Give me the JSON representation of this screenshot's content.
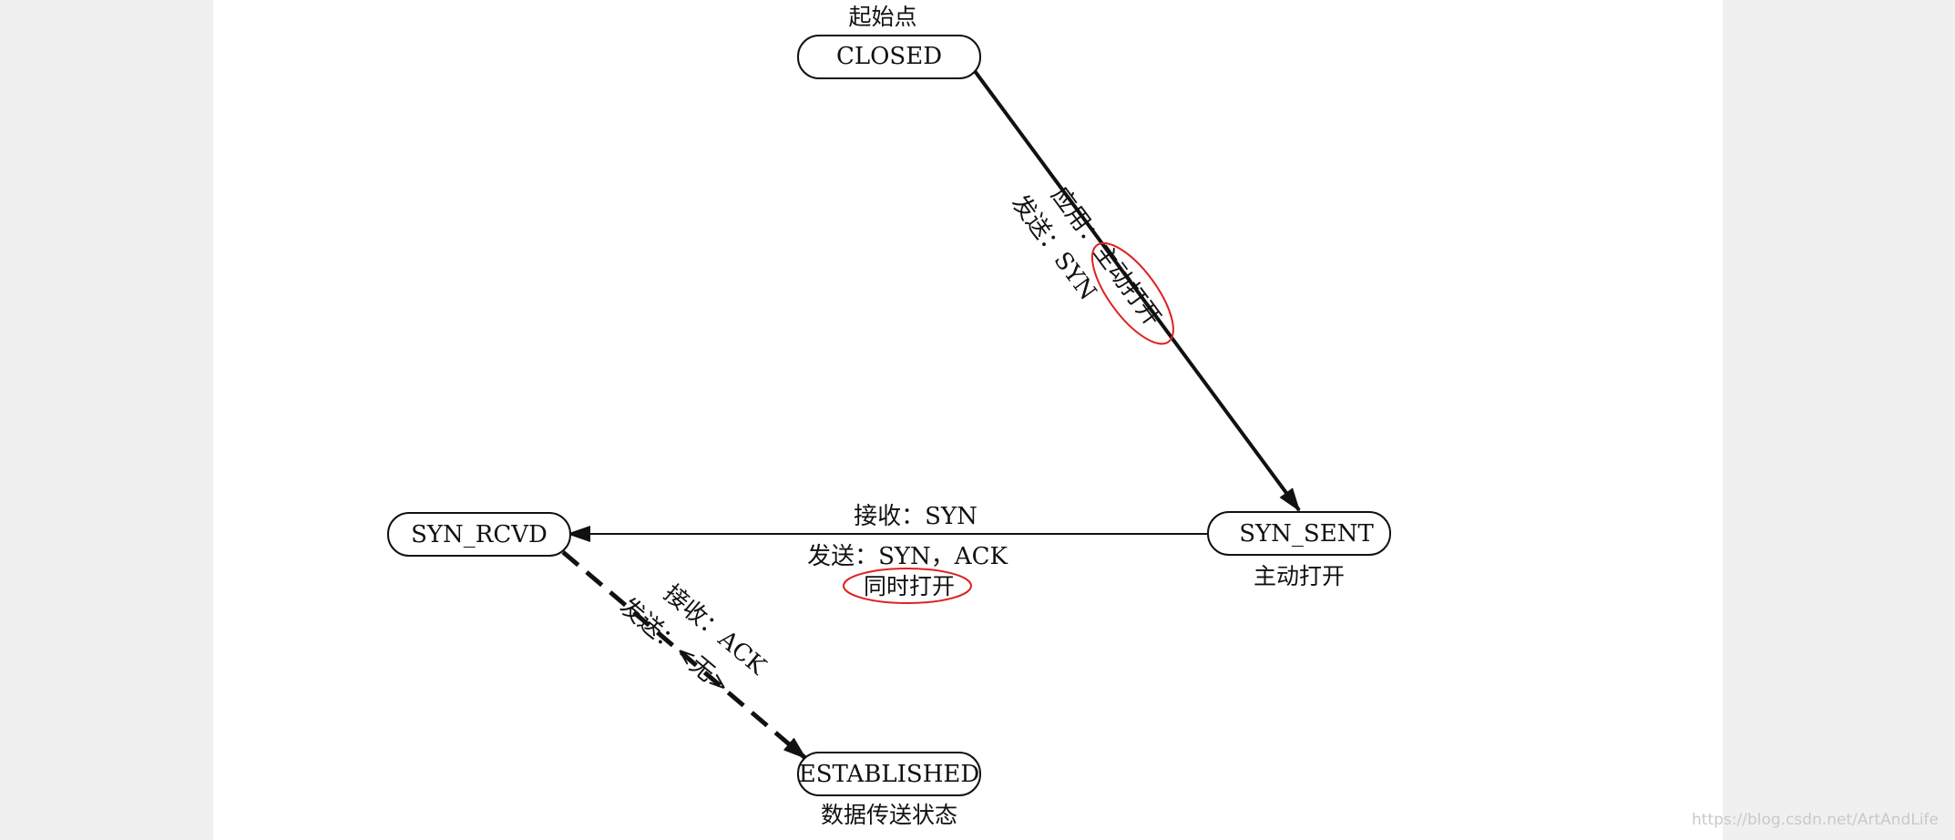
{
  "states": {
    "closed": "CLOSED",
    "syn_sent": "SYN_SENT",
    "syn_rcvd": "SYN_RCVD",
    "established": "ESTABLISHED"
  },
  "captions": {
    "start_point": "起始点",
    "active_open": "主动打开",
    "data_transfer": "数据传送状态"
  },
  "transitions": {
    "closed_to_syn_sent": {
      "line1": "应用：主动打开",
      "line2": "发送：SYN",
      "highlight": "主动打开"
    },
    "syn_sent_to_syn_rcvd": {
      "line1": "接收：SYN",
      "line2": "发送：SYN，ACK",
      "note": "同时打开"
    },
    "syn_rcvd_to_established": {
      "line1": "接收：ACK",
      "line2": "发送：<无>"
    }
  },
  "watermark": "https://blog.csdn.net/ArtAndLife",
  "colors": {
    "annotation": "#e02020",
    "ink": "#111111"
  }
}
